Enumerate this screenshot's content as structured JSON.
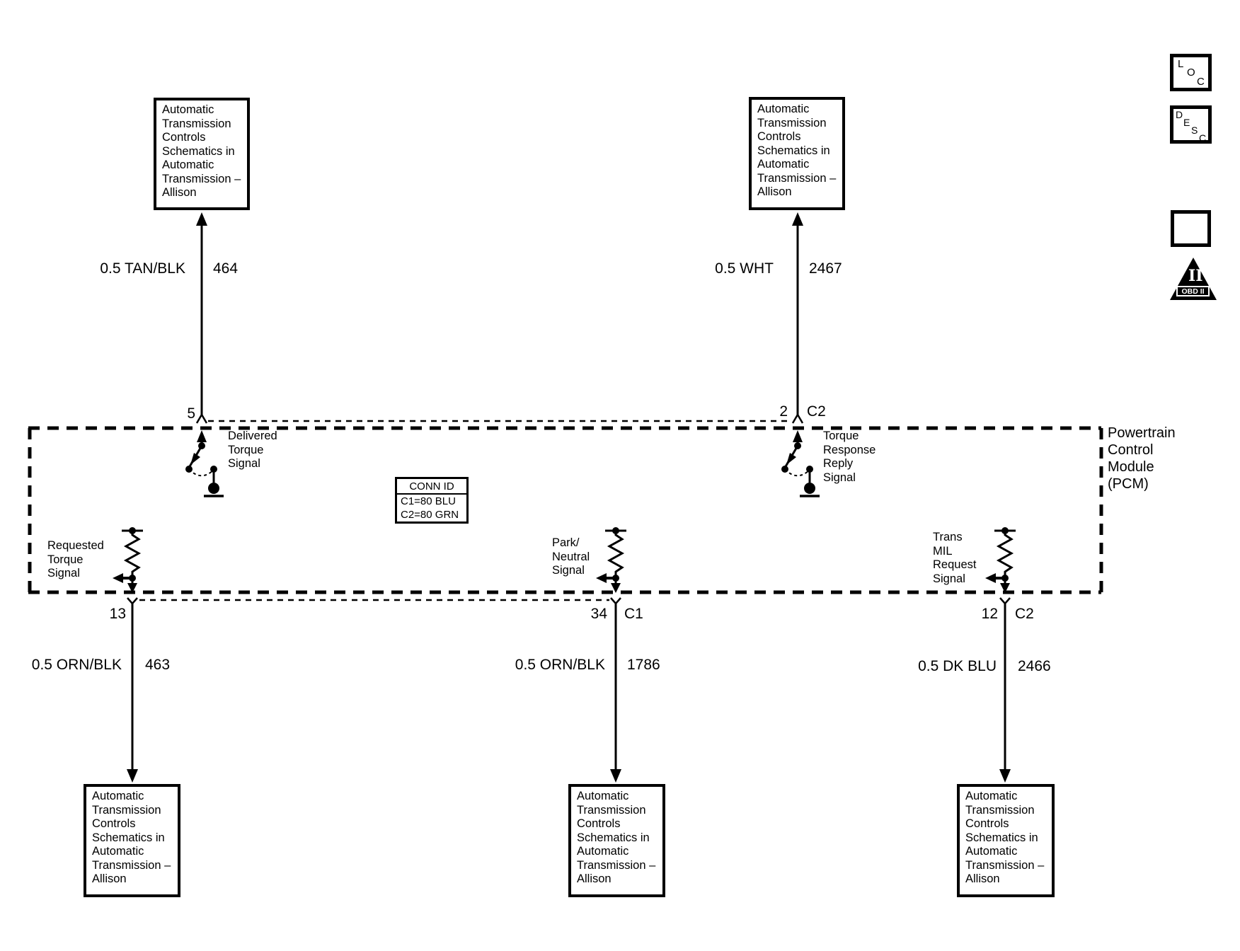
{
  "ref_box_text": "Automatic\nTransmission\nControls\nSchematics in\nAutomatic\nTransmission –\nAllison",
  "pcm": {
    "label": "Powertrain\nControl\nModule\n(PCM)"
  },
  "conn_id": {
    "title": "CONN ID",
    "rows": [
      "C1=80 BLU",
      "C2=80 GRN"
    ]
  },
  "wires": {
    "top_left": {
      "gauge_color": "0.5 TAN/BLK",
      "circuit": "464",
      "pin": "5"
    },
    "top_right": {
      "gauge_color": "0.5 WHT",
      "circuit": "2467",
      "pin": "2",
      "connector": "C2"
    },
    "bottom_left": {
      "gauge_color": "0.5 ORN/BLK",
      "circuit": "463",
      "pin": "13"
    },
    "bottom_middle": {
      "gauge_color": "0.5 ORN/BLK",
      "circuit": "1786",
      "pin": "34",
      "connector": "C1"
    },
    "bottom_right": {
      "gauge_color": "0.5 DK BLU",
      "circuit": "2466",
      "pin": "12",
      "connector": "C2"
    }
  },
  "signals": {
    "delivered_torque": "Delivered\nTorque\nSignal",
    "torque_response": "Torque\nResponse\nReply\nSignal",
    "requested_torque": "Requested\nTorque\nSignal",
    "park_neutral": "Park/\nNeutral\nSignal",
    "trans_mil": "Trans\nMIL\nRequest\nSignal"
  },
  "icons": {
    "loc": {
      "letters": [
        "L",
        "O",
        "C"
      ]
    },
    "desc": {
      "letters": [
        "D",
        "E",
        "S",
        "C"
      ]
    },
    "obd2": {
      "numeral": "II",
      "label": "OBD II"
    }
  },
  "colors": {
    "line": "#000000",
    "background": "#ffffff"
  }
}
